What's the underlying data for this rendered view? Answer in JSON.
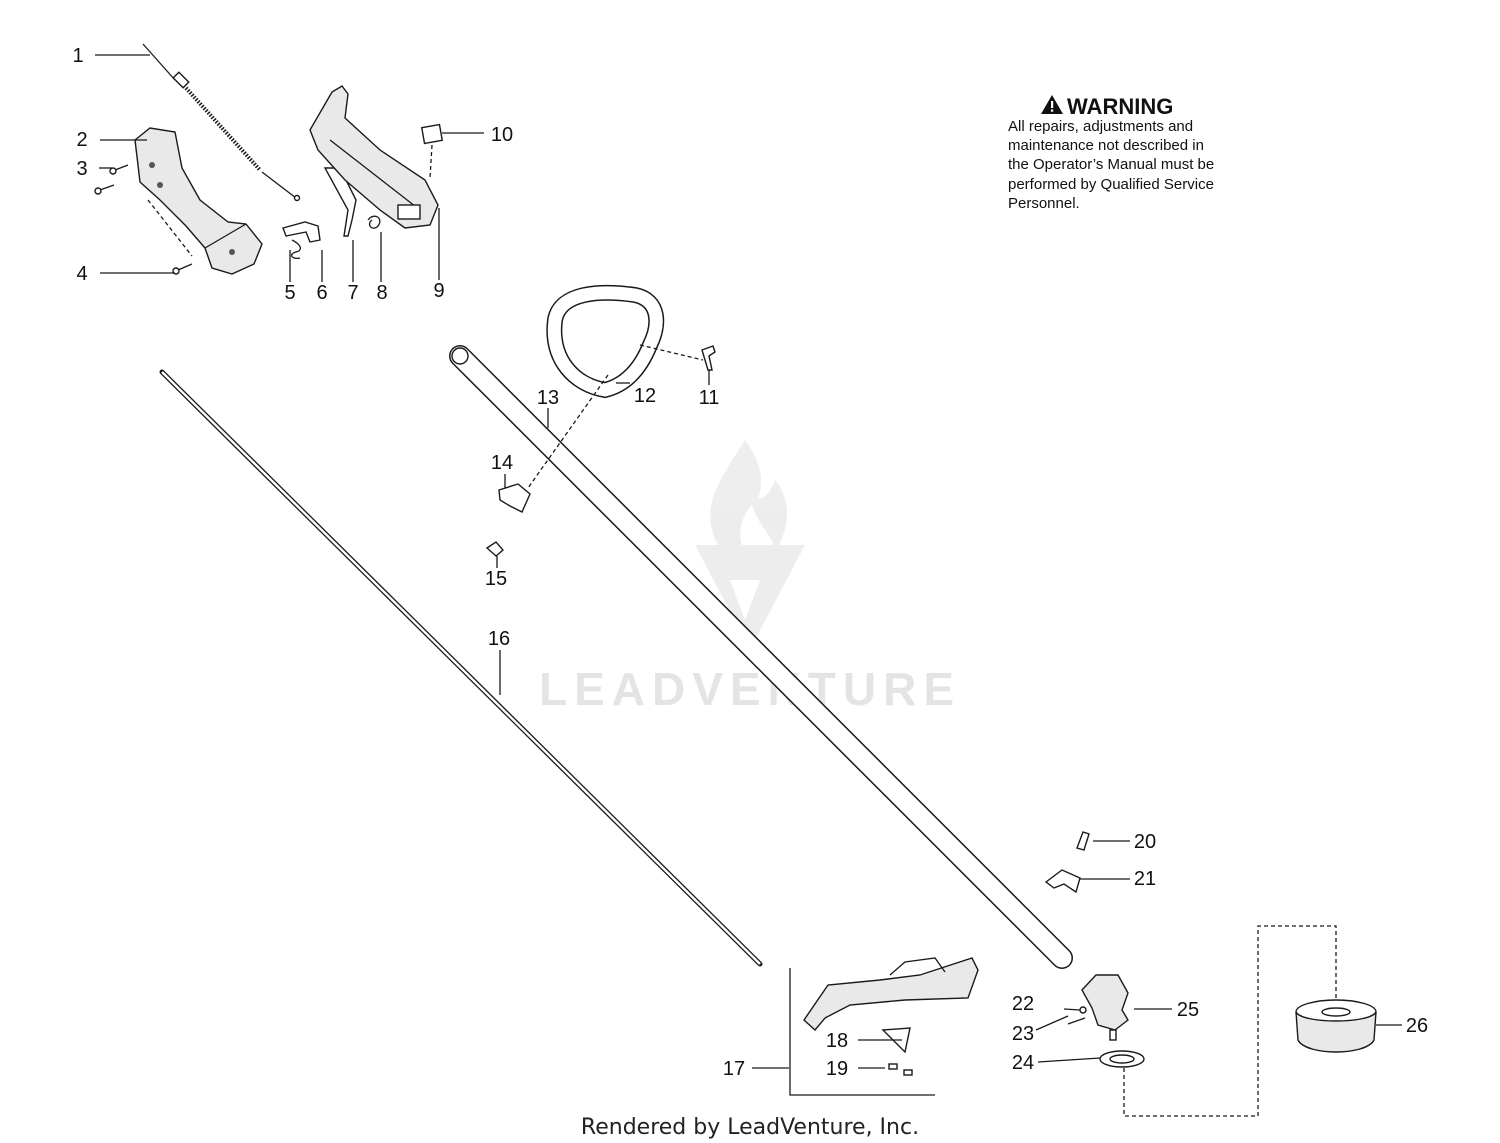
{
  "warning": {
    "title": "WARNING",
    "body": [
      "All repairs, adjustments and",
      "maintenance not described in",
      "the Operator’s Manual must be",
      "performed by Qualified Service",
      "Personnel."
    ],
    "icon": "warning-triangle-icon"
  },
  "watermark": {
    "text": "LEADVENTURE",
    "icon": "flame-logo-icon"
  },
  "footer": {
    "text": "Rendered by LeadVenture, Inc."
  },
  "callouts": [
    "1",
    "2",
    "3",
    "4",
    "5",
    "6",
    "7",
    "8",
    "9",
    "10",
    "11",
    "12",
    "13",
    "14",
    "15",
    "16",
    "17",
    "18",
    "19",
    "20",
    "21",
    "22",
    "23",
    "24",
    "25",
    "26"
  ]
}
